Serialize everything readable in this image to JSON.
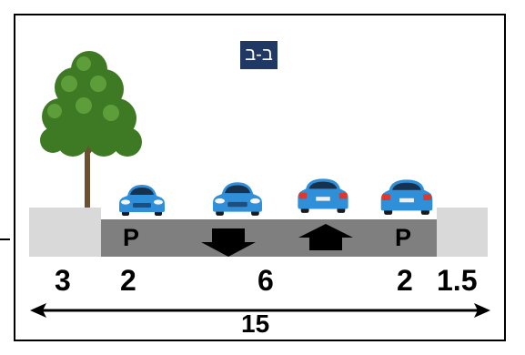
{
  "section_label": "ב-ב",
  "lanes": {
    "left_parking_label": "P",
    "right_parking_label": "P"
  },
  "dimensions": {
    "left_sidewalk": "3",
    "left_parking": "2",
    "carriageway": "6",
    "right_parking": "2",
    "right_sidewalk": "1.5",
    "total_width": "15"
  },
  "colors": {
    "road": "#7f7f7f",
    "sidewalk": "#d9d9d9",
    "label_background": "#1f3864",
    "car_body": "#2f8fd8",
    "tree_foliage": "#3d7a23"
  },
  "icons": {
    "tree": "tree-icon",
    "car": "car-icon",
    "direction_down": "arrow-down-icon",
    "direction_up": "arrow-up-icon",
    "dimension_arrow": "double-headed-arrow-icon"
  }
}
